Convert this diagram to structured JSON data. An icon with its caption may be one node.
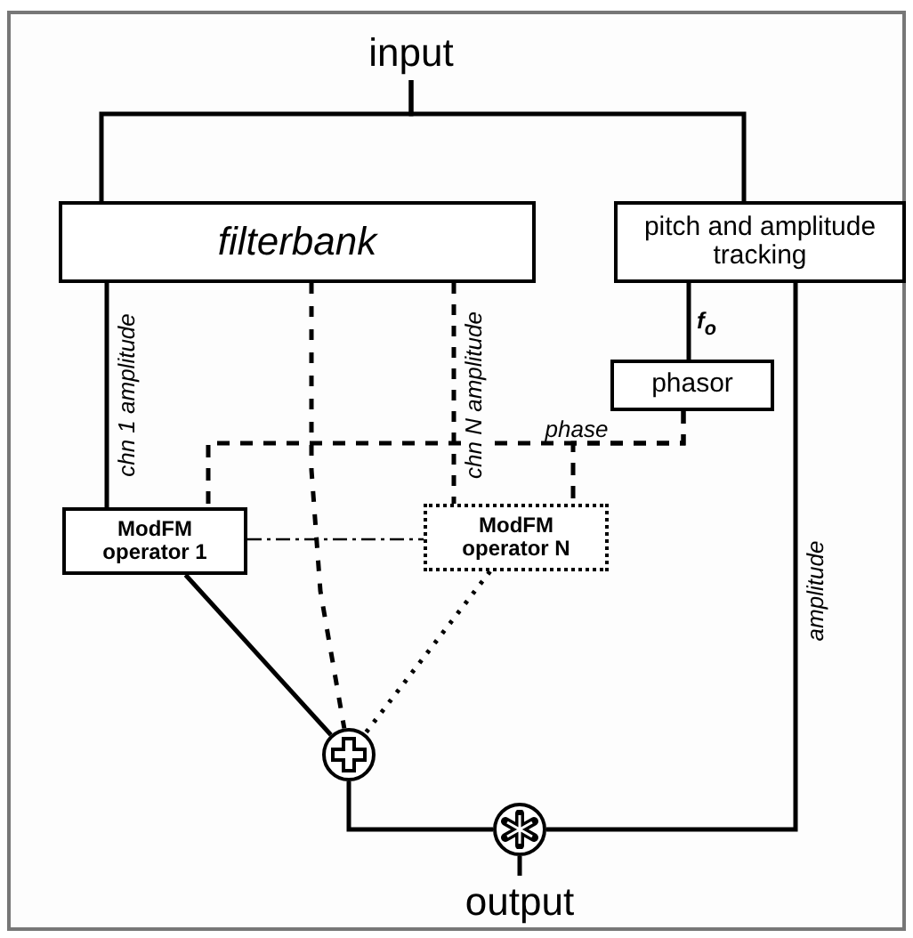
{
  "diagram": {
    "nodes": [
      {
        "text": [
          "input"
        ]
      },
      {
        "text": [
          "filterbank"
        ]
      },
      {
        "text": [
          "pitch and amplitude tracking"
        ]
      },
      {
        "text": [
          "phasor"
        ]
      },
      {
        "text": [
          "ModFM operator 1"
        ]
      },
      {
        "text": [
          "ModFM operator N"
        ]
      },
      {
        "text": [],
        "shape": "circle"
      },
      {
        "text": [],
        "shape": "circle"
      },
      {
        "text": [
          "output"
        ]
      }
    ],
    "edges": [
      {
        "from": 0,
        "to": 1,
        "arrow": "none"
      },
      {
        "from": 0,
        "to": 2,
        "arrow": "none"
      },
      {
        "from": 1,
        "to": 4,
        "arrow": "none",
        "label": "chn 1 amplitude"
      },
      {
        "from": 1,
        "to": 5,
        "arrow": "none",
        "label": "chn N amplitude",
        "style": "dashed"
      },
      {
        "from": 1,
        "to": 6,
        "arrow": "none",
        "style": "dashed"
      },
      {
        "from": 2,
        "to": 3,
        "arrow": "none",
        "label": "f$_{o}$"
      },
      {
        "from": 3,
        "to": 4,
        "arrow": "none",
        "label": "phase",
        "style": "dashed"
      },
      {
        "from": 3,
        "to": 5,
        "arrow": "none",
        "style": "dashed"
      },
      {
        "from": 4,
        "to": 5,
        "arrow": "none",
        "style": "dashed"
      },
      {
        "from": 4,
        "to": 6,
        "arrow": "none"
      },
      {
        "from": 5,
        "to": 6,
        "arrow": "none",
        "style": "dashed"
      },
      {
        "from": 2,
        "to": 7,
        "arrow": "none",
        "label": "amplitude"
      },
      {
        "from": 6,
        "to": 7,
        "arrow": "none"
      },
      {
        "from": 7,
        "to": 8,
        "arrow": "none"
      }
    ]
  }
}
